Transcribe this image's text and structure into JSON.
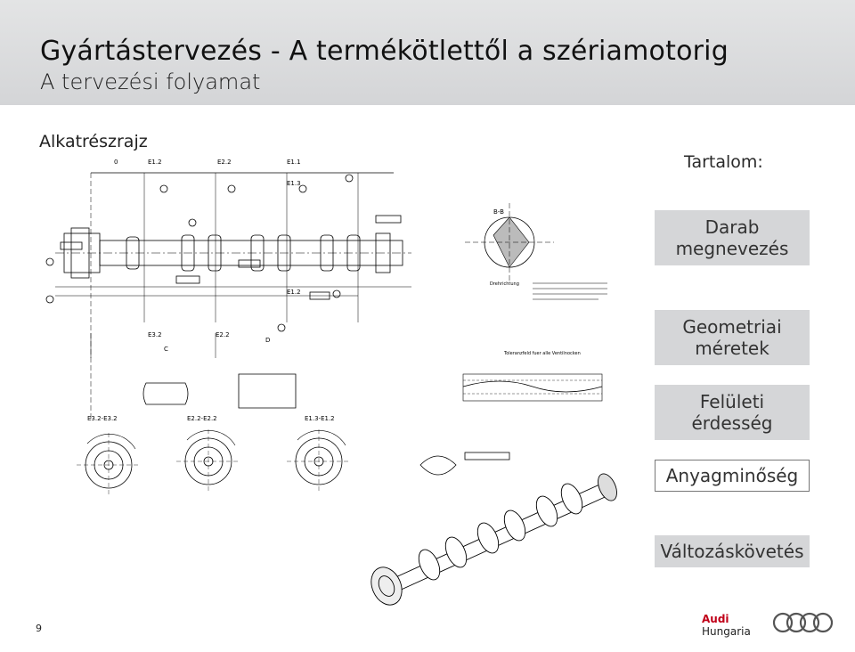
{
  "header": {
    "title": "Gyártástervezés - A termékötlettől a szériamotorig",
    "subtitle": "A tervezési folyamat"
  },
  "section": {
    "label": "Alkatrészrajz"
  },
  "contents": {
    "title": "Tartalom:",
    "items": [
      "Darab megnevezés",
      "Geometriai méretek",
      "Felületi érdesség",
      "Anyagminőség",
      "Változáskövetés"
    ]
  },
  "footer": {
    "page_number": "9",
    "brand_line1": "Audi",
    "brand_line2": "Hungaria"
  },
  "drawing": {
    "datum_labels": [
      "0",
      "E1.2",
      "E2.2",
      "E1.1",
      "E1.2",
      "E2.2",
      "E1.3",
      "E3.2",
      "B-B",
      "D",
      "C",
      "E3.2-E3.2",
      "E2.2-E2.2",
      "E1.3-E1.2"
    ],
    "section_labels": [
      "Drehrichtung",
      "Toleranzfeld fuer alle Ventilnocken"
    ]
  },
  "colors": {
    "accent_red": "#c00018",
    "menu_gray": "#d5d6d8",
    "header_gray": "#dcdddf"
  }
}
